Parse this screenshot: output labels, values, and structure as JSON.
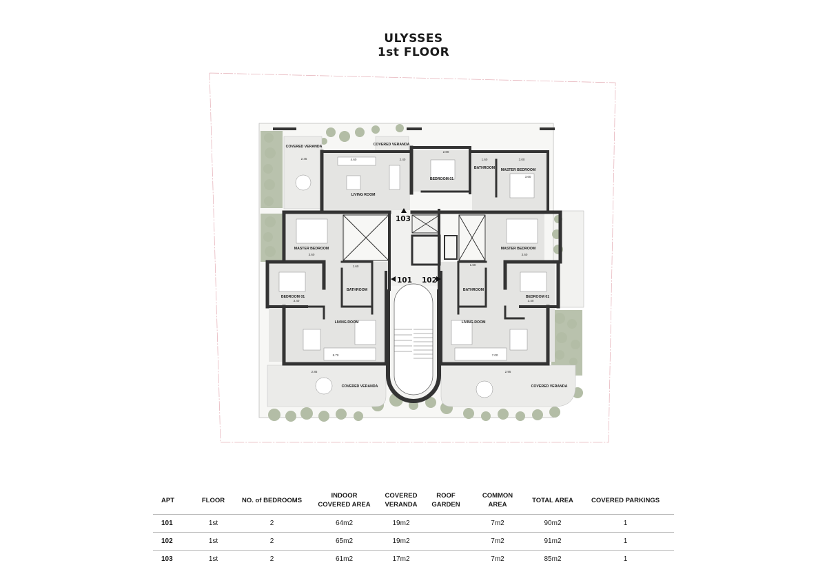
{
  "title": {
    "line1": "ULYSSES",
    "line2": "1st FLOOR"
  },
  "plan": {
    "rooms": {
      "covered_veranda_nw": "COVERED VERANDA",
      "covered_veranda_n": "COVERED VERANDA",
      "living_room_103": "LIVING ROOM",
      "bedroom_01_103": "BEDROOM 01",
      "bathroom_103": "BATHROOM",
      "master_bedroom_103": "MASTER BEDROOM",
      "master_bedroom_101": "MASTER BEDROOM",
      "bedroom_01_101": "BEDROOM 01",
      "bathroom_101": "BATHROOM",
      "living_room_101": "LIVING ROOM",
      "covered_veranda_101": "COVERED VERANDA",
      "master_bedroom_102": "MASTER BEDROOM",
      "bedroom_01_102": "BEDROOM 01",
      "bathroom_102": "BATHROOM",
      "living_room_102": "LIVING ROOM",
      "covered_veranda_102": "COVERED VERANDA"
    },
    "apartment_labels": {
      "a101": "101",
      "a102": "102",
      "a103": "103"
    },
    "dims": {
      "d1": "2.45",
      "d2": "4.60",
      "d3": "2.40",
      "d4": "2.80",
      "d5": "3.00",
      "d6": "1.60",
      "d7": "3.60",
      "d8": "1.60",
      "d9": "3.40",
      "d10": "1.60",
      "d11": "3.40",
      "d12": "8.70",
      "d13": "7.00",
      "d14": "2.85",
      "d15": "2.95",
      "d16": "3.60",
      "d17": "3.60"
    },
    "colors": {
      "wall": "#333333",
      "floor": "#e4e4e2",
      "garden": "#b9c2ad",
      "veranda": "#ebebe9",
      "site_line": "#e7b6bd"
    }
  },
  "table": {
    "headers": {
      "apt": "APT",
      "floor": "FLOOR",
      "bedrooms": "NO. of BEDROOMS",
      "indoor_1": "INDOOR",
      "indoor_2": "COVERED AREA",
      "covered_1": "COVERED",
      "covered_2": "VERANDA",
      "roof_1": "ROOF",
      "roof_2": "GARDEN",
      "common_1": "COMMON",
      "common_2": "AREA",
      "total": "TOTAL AREA",
      "parkings": "COVERED PARKINGS"
    },
    "rows": [
      {
        "apt": "101",
        "floor": "1st",
        "bedrooms": "2",
        "indoor": "64m2",
        "veranda": "19m2",
        "roof": "",
        "common": "7m2",
        "total": "90m2",
        "parkings": "1"
      },
      {
        "apt": "102",
        "floor": "1st",
        "bedrooms": "2",
        "indoor": "65m2",
        "veranda": "19m2",
        "roof": "",
        "common": "7m2",
        "total": "91m2",
        "parkings": "1"
      },
      {
        "apt": "103",
        "floor": "1st",
        "bedrooms": "2",
        "indoor": "61m2",
        "veranda": "17m2",
        "roof": "",
        "common": "7m2",
        "total": "85m2",
        "parkings": "1"
      }
    ]
  }
}
